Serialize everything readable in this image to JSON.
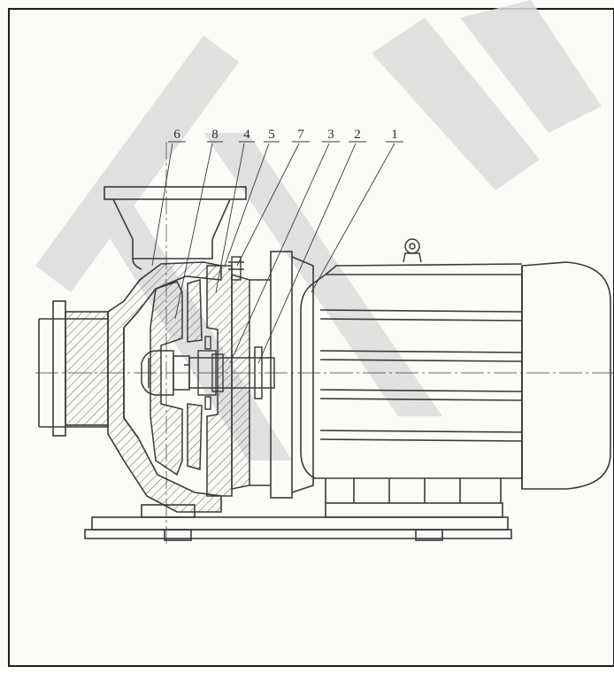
{
  "diagram": {
    "part_labels": [
      "6",
      "8",
      "4",
      "5",
      "7",
      "3",
      "2",
      "1"
    ],
    "colors": {
      "line": "#3a3a3a",
      "hatch": "#6a6a6a",
      "paper": "#fbfbf8",
      "border": "#1e1e1e",
      "watermark": "#dcdcdc"
    }
  }
}
